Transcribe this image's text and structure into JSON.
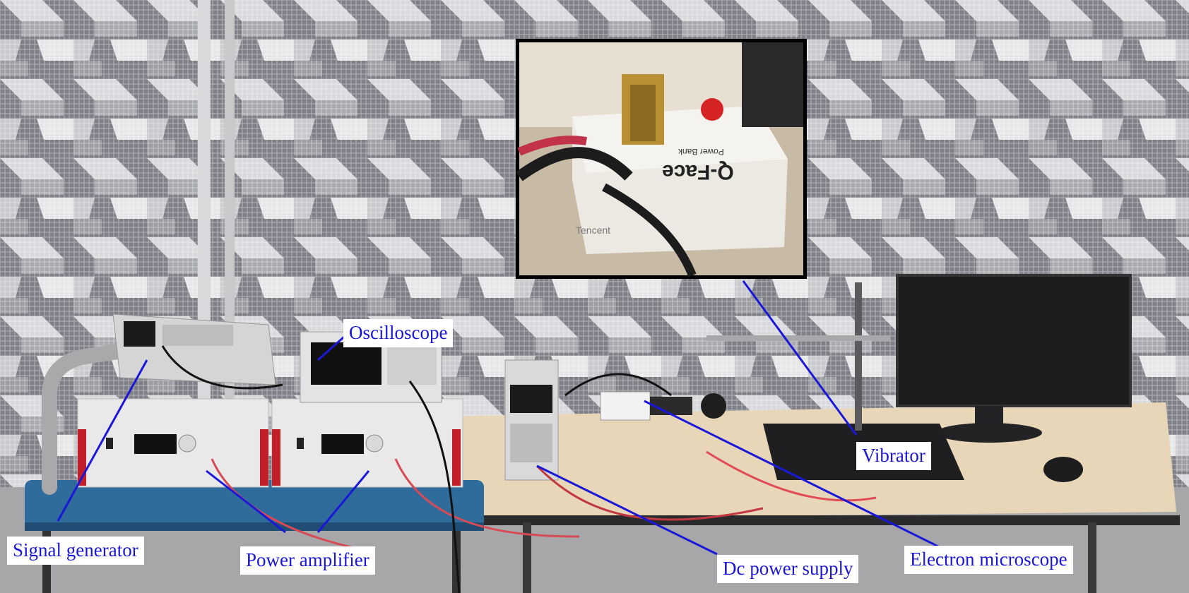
{
  "labels": {
    "oscilloscope": "Oscilloscope",
    "vibrator": "Vibrator",
    "signal_generator": "Signal generator",
    "power_amplifier": "Power amplifier",
    "dc_power_supply": "Dc power supply",
    "electron_microscope": "Electron microscope"
  },
  "inset": {
    "box_brand": "Q-Face",
    "box_subtitle": "Power Bank",
    "box_maker": "Tencent"
  },
  "colors": {
    "label_text": "#1a17d8",
    "leader_line": "#1a17d8",
    "wall": "#8c8d93",
    "desk": "#e8d6b8",
    "cart": "#2f6c9c"
  }
}
